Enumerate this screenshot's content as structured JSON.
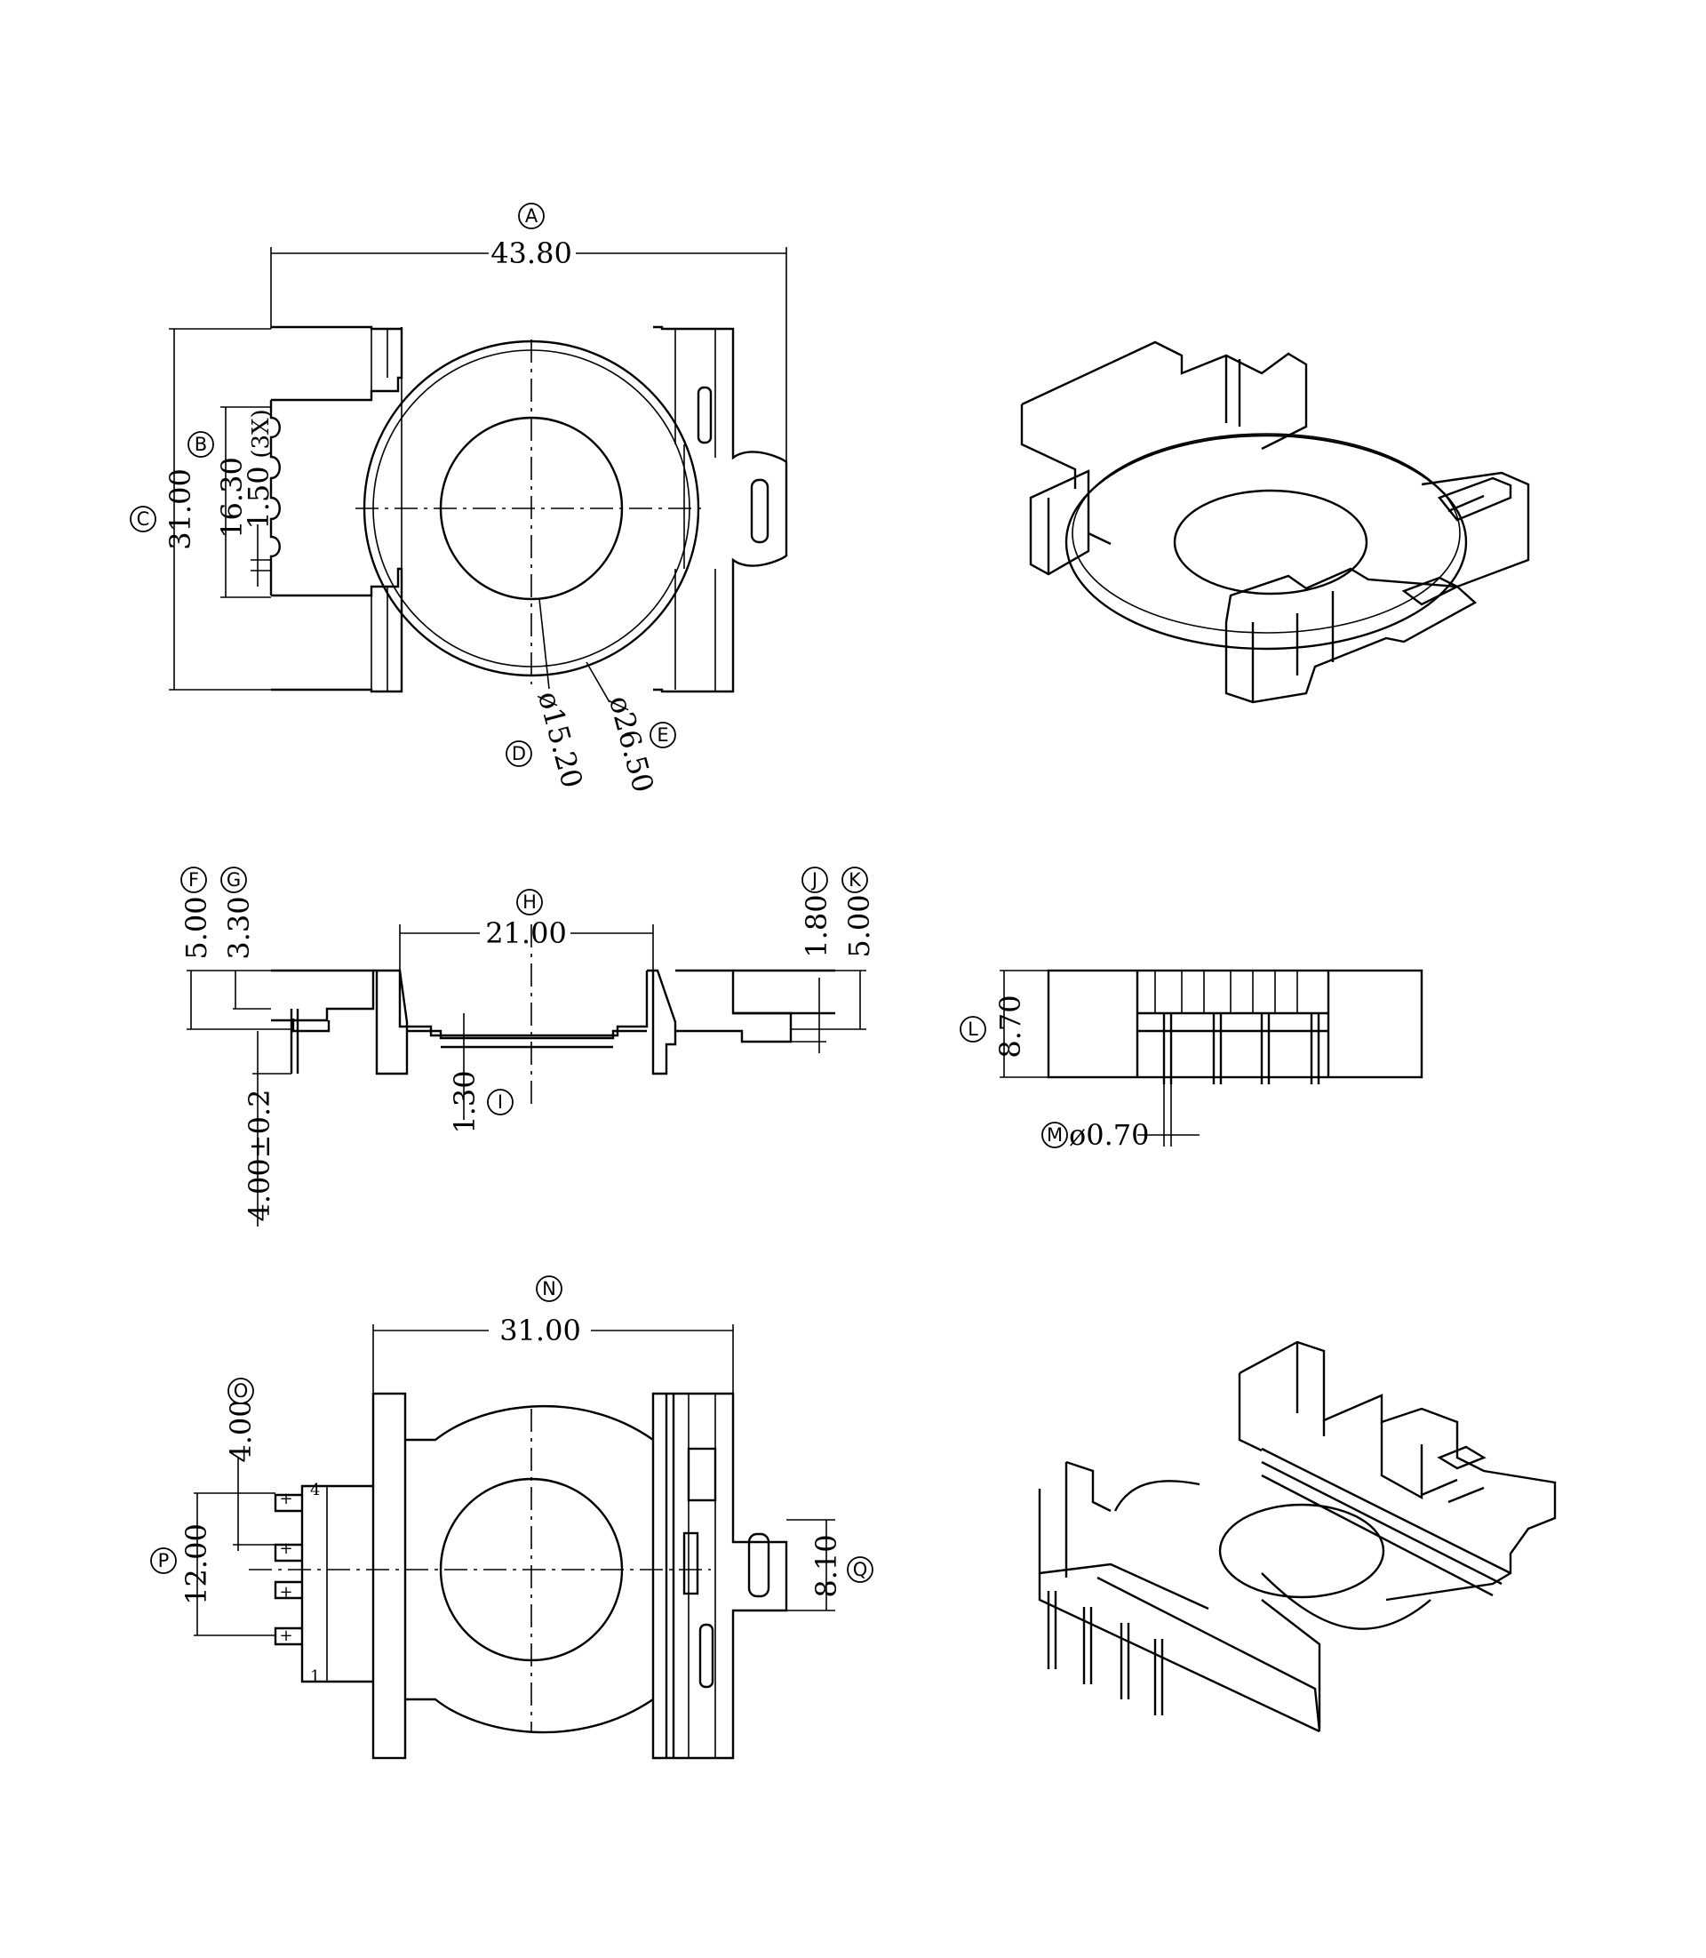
{
  "dimensions": {
    "A": {
      "tag": "A",
      "value": "43.80"
    },
    "B": {
      "tag": "B",
      "value": "16.30",
      "pitch": "1.50",
      "note": "(3X)"
    },
    "C": {
      "tag": "C",
      "value": "31.00"
    },
    "D": {
      "tag": "D",
      "value": "ø15.20"
    },
    "E": {
      "tag": "E",
      "value": "ø26.50"
    },
    "F": {
      "tag": "F",
      "value": "5.00"
    },
    "G": {
      "tag": "G",
      "value": "3.30"
    },
    "H": {
      "tag": "H",
      "value": "21.00"
    },
    "I": {
      "tag": "I",
      "value": "1.30"
    },
    "J": {
      "tag": "J",
      "value": "1.80"
    },
    "K": {
      "tag": "K",
      "value": "5.00"
    },
    "pin_length": {
      "value": "4.00±0.2"
    },
    "L": {
      "tag": "L",
      "value": "8.70"
    },
    "M": {
      "tag": "M",
      "value": "ø0.70"
    },
    "N": {
      "tag": "N",
      "value": "31.00"
    },
    "O": {
      "tag": "O",
      "value": "4.00"
    },
    "P": {
      "tag": "P",
      "value": "12.00"
    },
    "Q": {
      "tag": "Q",
      "value": "8.10"
    }
  },
  "pin_labels": {
    "first": "1",
    "last": "4"
  }
}
